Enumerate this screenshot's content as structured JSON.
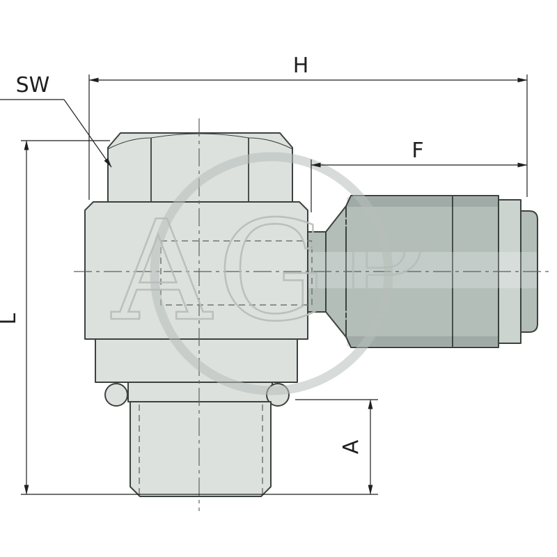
{
  "drawing": {
    "watermark": "AGP",
    "labels": {
      "h": "H",
      "f": "F",
      "sw": "SW",
      "l": "L",
      "a": "A"
    },
    "colors": {
      "body": "#dce1dd",
      "connector": "#b3beb9",
      "connector_light": "#ccd4d0",
      "line": "#3a423e",
      "dim": "#1f1f1f",
      "hidden": "#707672",
      "centerline": "#5a605c",
      "watermark": "#b6bdba"
    }
  }
}
